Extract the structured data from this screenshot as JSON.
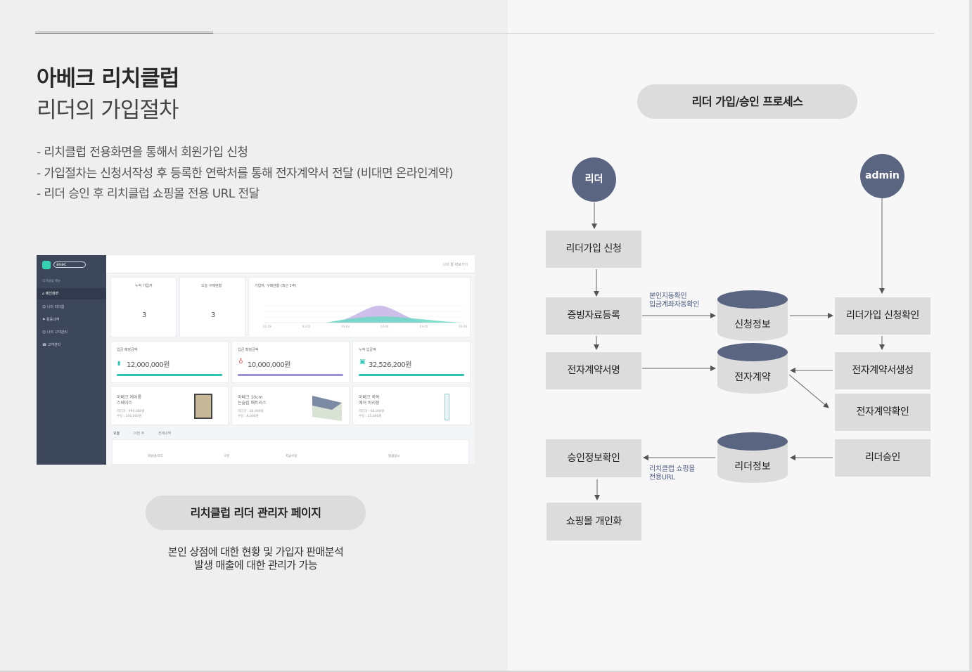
{
  "header": {
    "title": "아베크 리치클럽",
    "subtitle": "리더의 가입절차",
    "bullets": [
      "- 리치클럽 전용화면을 통해서 회원가입 신청",
      "- 가입절차는 신청서작성 후 등록한 연락처를 통해 전자계약서 전달 (비대면 온라인계약)",
      "- 리더 승인 후 리치클럽 쇼핑몰 전용 URL 전달"
    ]
  },
  "dashboard": {
    "logo_text": "avec",
    "menu_header": "리치클럽 메뉴",
    "menu": [
      "메인화면",
      "나의 리더쉽",
      "활동내역",
      "나의 고객관리",
      "고객센터"
    ],
    "top_right": "나의 몰 바로가기",
    "stat_cards": [
      {
        "label": "누적 가입자",
        "value": "3"
      },
      {
        "label": "오늘 구매현황",
        "value": "3"
      }
    ],
    "chart_label": "가입자, 구매현황 (최근 1주)",
    "chart_ticks": [
      "02-28",
      "03-02",
      "03-03",
      "03-04",
      "03-05",
      "03-06"
    ],
    "money_cards": [
      {
        "label": "입금 예정금액",
        "value": "12,000,000원",
        "bar_color": "#2ec4b6"
      },
      {
        "label": "입금 확정금액",
        "value": "10,000,000원",
        "bar_color": "#9b8fd6"
      },
      {
        "label": "누적 입금액",
        "value": "32,526,200원",
        "bar_color": "#2ec4b6"
      }
    ],
    "products": [
      {
        "name1": "아베크 케어롬",
        "name2": "스페이스",
        "price": "리더가 : 990,000원",
        "fee": "수당 : 200,000원"
      },
      {
        "name1": "아베크 10cm",
        "name2": "논슬립 매트리스",
        "price": "리더가 : 36,000원",
        "fee": "수당 : 8,000원"
      },
      {
        "name1": "아베크 쏙쏙",
        "name2": "에어 바리장",
        "price": "리더가 : 60,000원",
        "fee": "수당 : 25,000원"
      }
    ],
    "tabs": [
      "오늘",
      "이번 주",
      "전체내역"
    ],
    "table_headers": [
      "회원명/코드",
      "구분",
      "지급수당",
      "발생일시"
    ]
  },
  "left_pill": "리치클럽 리더 관리자 페이지",
  "left_caption": [
    "본인 상점에 대한 현황 및 가입자 판매분석",
    "발생 매출에 대한 관리가 가능"
  ],
  "process": {
    "title": "리더 가입/승인 프로세스",
    "actor_leader": "리더",
    "actor_admin": "admin",
    "leader_steps": [
      "리더가입 신청",
      "증빙자료등록",
      "전자계약서명",
      "승인정보확인",
      "쇼핑몰 개인화"
    ],
    "databases": [
      "신청정보",
      "전자계약",
      "리더정보"
    ],
    "admin_steps": [
      "리더가입 신청확인",
      "전자계약서생성",
      "전자계약확인",
      "리더승인"
    ],
    "note_verify": [
      "본인지동확인",
      "입금계좌자동확인"
    ],
    "note_url": [
      "리치클럽 쇼핑몰",
      "전용URL"
    ]
  },
  "colors": {
    "accent_navy": "#5a6582",
    "box_gray": "#dcdcdc",
    "teal": "#2ec4b6",
    "purple": "#9b8fd6"
  }
}
